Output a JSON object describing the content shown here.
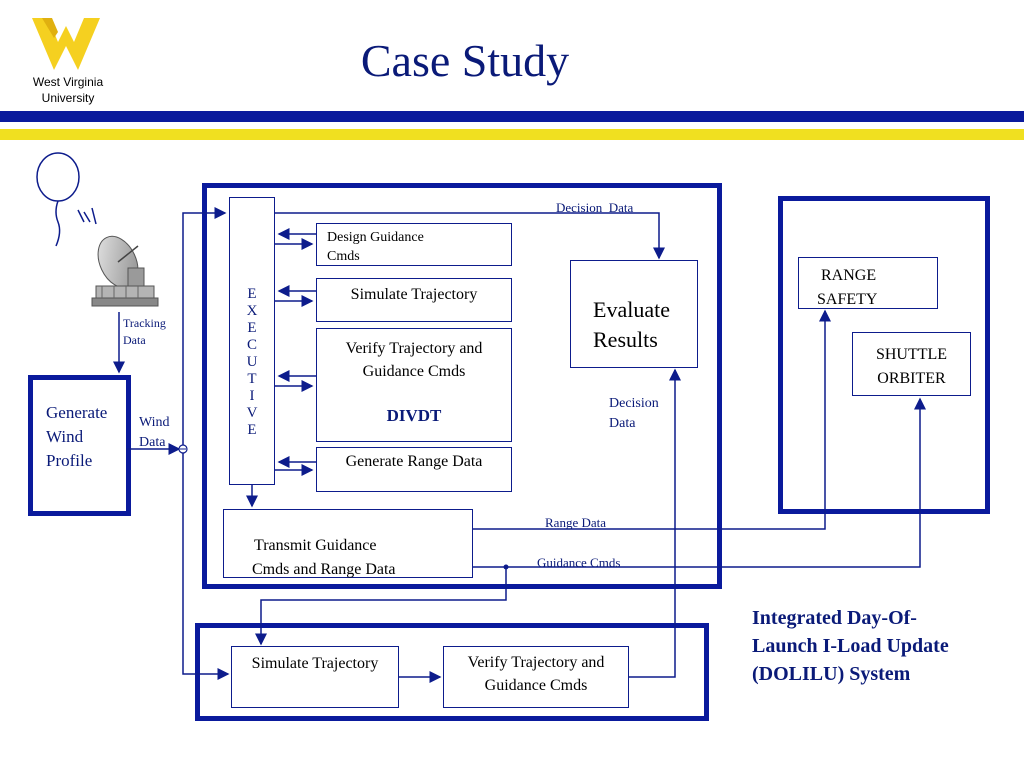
{
  "header": {
    "title": "Case Study",
    "university_line1": "West Virginia",
    "university_line2": "University",
    "logo_icon": "wvu-logo-icon",
    "colors": {
      "blue": "#0a1a9c",
      "gold": "#f0e020",
      "logo_gold": "#f5d020"
    }
  },
  "diagram": {
    "executive_letters": [
      "E",
      "X",
      "E",
      "C",
      "U",
      "T",
      "I",
      "V",
      "E"
    ],
    "design_guidance_line1": "Design Guidance",
    "design_guidance_line2": "Cmds",
    "simulate_trajectory_top": "Simulate Trajectory",
    "verify_top_line1": "Verify Trajectory and",
    "verify_top_line2": "Guidance Cmds",
    "divdt": "DIVDT",
    "generate_range_data": "Generate Range Data",
    "evaluate_line1": "Evaluate",
    "evaluate_line2": "Results",
    "decision_data_top": "Decision  Data",
    "decision_data_mid_line1": "Decision",
    "decision_data_mid_line2": "Data",
    "transmit_line1": "Transmit Guidance",
    "transmit_line2": "Cmds and Range Data",
    "range_data": "Range Data",
    "guidance_cmds": "Guidance Cmds",
    "range_safety_line1": "RANGE",
    "range_safety_line2": "SAFETY",
    "shuttle_line1": "SHUTTLE",
    "shuttle_line2": "ORBITER",
    "tracking_line1": "Tracking",
    "tracking_line2": "Data",
    "wind_line1": "Wind",
    "wind_line2": "Data",
    "generate_wind_line1": "Generate",
    "generate_wind_line2": "Wind",
    "generate_wind_line3": "Profile",
    "simulate_trajectory_bottom": "Simulate Trajectory",
    "verify_bottom_line1": "Verify Trajectory and",
    "verify_bottom_line2": "Guidance Cmds",
    "balloon_icon": "weather-balloon-icon",
    "antenna_icon": "radar-dish-icon"
  },
  "caption": {
    "line1": "Integrated Day-Of-",
    "line2": "Launch I-Load Update",
    "line3": "(DOLILU) System"
  }
}
